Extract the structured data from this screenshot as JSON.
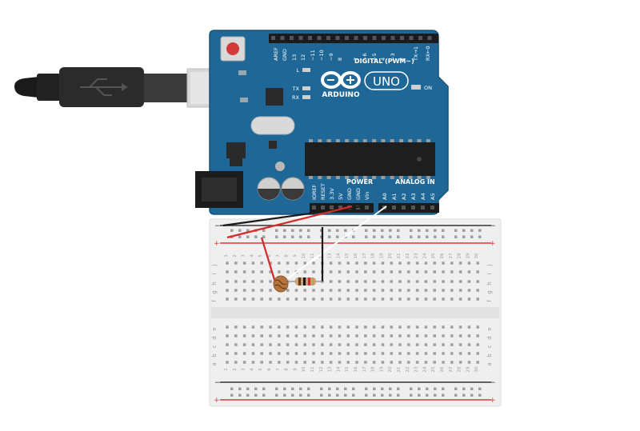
{
  "colors": {
    "board": "#1f6796",
    "board_edge": "#17557c",
    "header": "#1b1b1b",
    "silk": "#ffffff",
    "breadboard": "#efefef",
    "rail_red": "#d93a3a",
    "rail_dark": "#333333",
    "wire_red": "#d52a2a",
    "wire_black": "#1a1a1a",
    "wire_white": "#ffffff",
    "photoresistor": "#b5743f",
    "resistor": "#c9a27c"
  },
  "arduino": {
    "brand": "ARDUINO",
    "model": "UNO",
    "digital_header_label": "DIGITAL (PWM~)",
    "power_header_label": "POWER",
    "analog_header_label": "ANALOG IN",
    "on_label": "ON",
    "led_labels": [
      "L",
      "TX",
      "RX"
    ],
    "top_pins": [
      "AREF",
      "GND",
      "13",
      "12",
      "~11",
      "~10",
      "~9",
      "8",
      "7",
      "~6",
      "~5",
      "4",
      "~3",
      "2",
      "TX→1",
      "RX←0"
    ],
    "power_pins": [
      "IOREF",
      "RESET",
      "3.3V",
      "5V",
      "GND",
      "GND",
      "Vin"
    ],
    "analog_pins": [
      "A0",
      "A1",
      "A2",
      "A3",
      "A4",
      "A5"
    ]
  },
  "breadboard": {
    "rail_plus": "+",
    "rail_minus": "−",
    "upper_rows": [
      "j",
      "i",
      "h",
      "g",
      "f"
    ],
    "lower_rows": [
      "e",
      "d",
      "c",
      "b",
      "a"
    ],
    "columns": 30
  }
}
